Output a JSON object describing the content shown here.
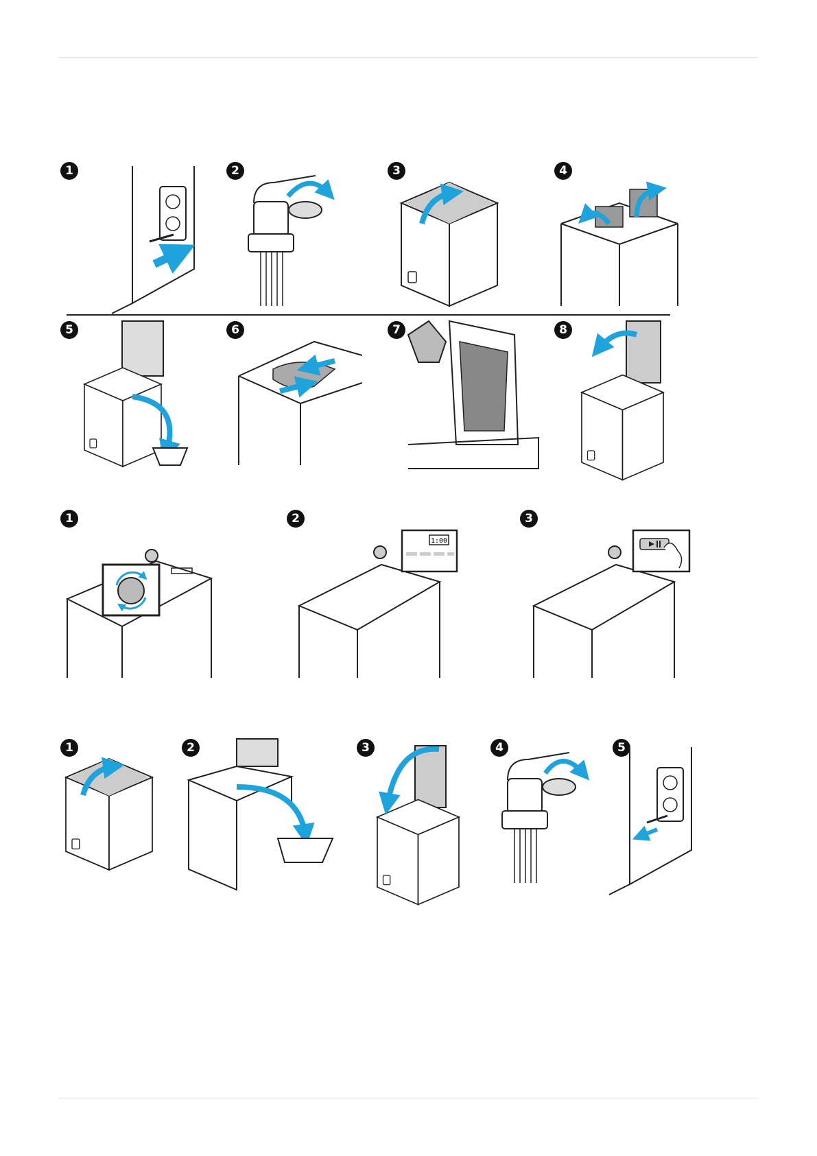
{
  "section_one": {
    "steps": [
      {
        "number": "1",
        "icon": "plug-into-socket-icon"
      },
      {
        "number": "2",
        "icon": "open-water-tap-icon"
      },
      {
        "number": "3",
        "icon": "open-lid-icon"
      },
      {
        "number": "4",
        "icon": "open-drum-flaps-icon"
      },
      {
        "number": "5",
        "icon": "remove-packaging-icon"
      },
      {
        "number": "6",
        "icon": "close-drum-flaps-icon"
      },
      {
        "number": "7",
        "icon": "pour-detergent-icon"
      },
      {
        "number": "8",
        "icon": "close-dispenser-icon"
      }
    ]
  },
  "section_two": {
    "steps": [
      {
        "number": "1",
        "icon": "turn-program-dial-icon"
      },
      {
        "number": "2",
        "icon": "control-panel-display-icon"
      },
      {
        "number": "3",
        "icon": "press-start-pause-icon"
      }
    ],
    "display_time": "1:00"
  },
  "section_three": {
    "steps": [
      {
        "number": "1",
        "icon": "open-lid-icon"
      },
      {
        "number": "2",
        "icon": "insert-packaging-icon"
      },
      {
        "number": "3",
        "icon": "close-drum-lid-icon"
      },
      {
        "number": "4",
        "icon": "close-water-tap-icon"
      },
      {
        "number": "5",
        "icon": "unplug-from-socket-icon"
      }
    ]
  },
  "colors": {
    "accent": "#1ea3dc",
    "ink": "#222222",
    "panel_gray": "#d9d9d9"
  }
}
